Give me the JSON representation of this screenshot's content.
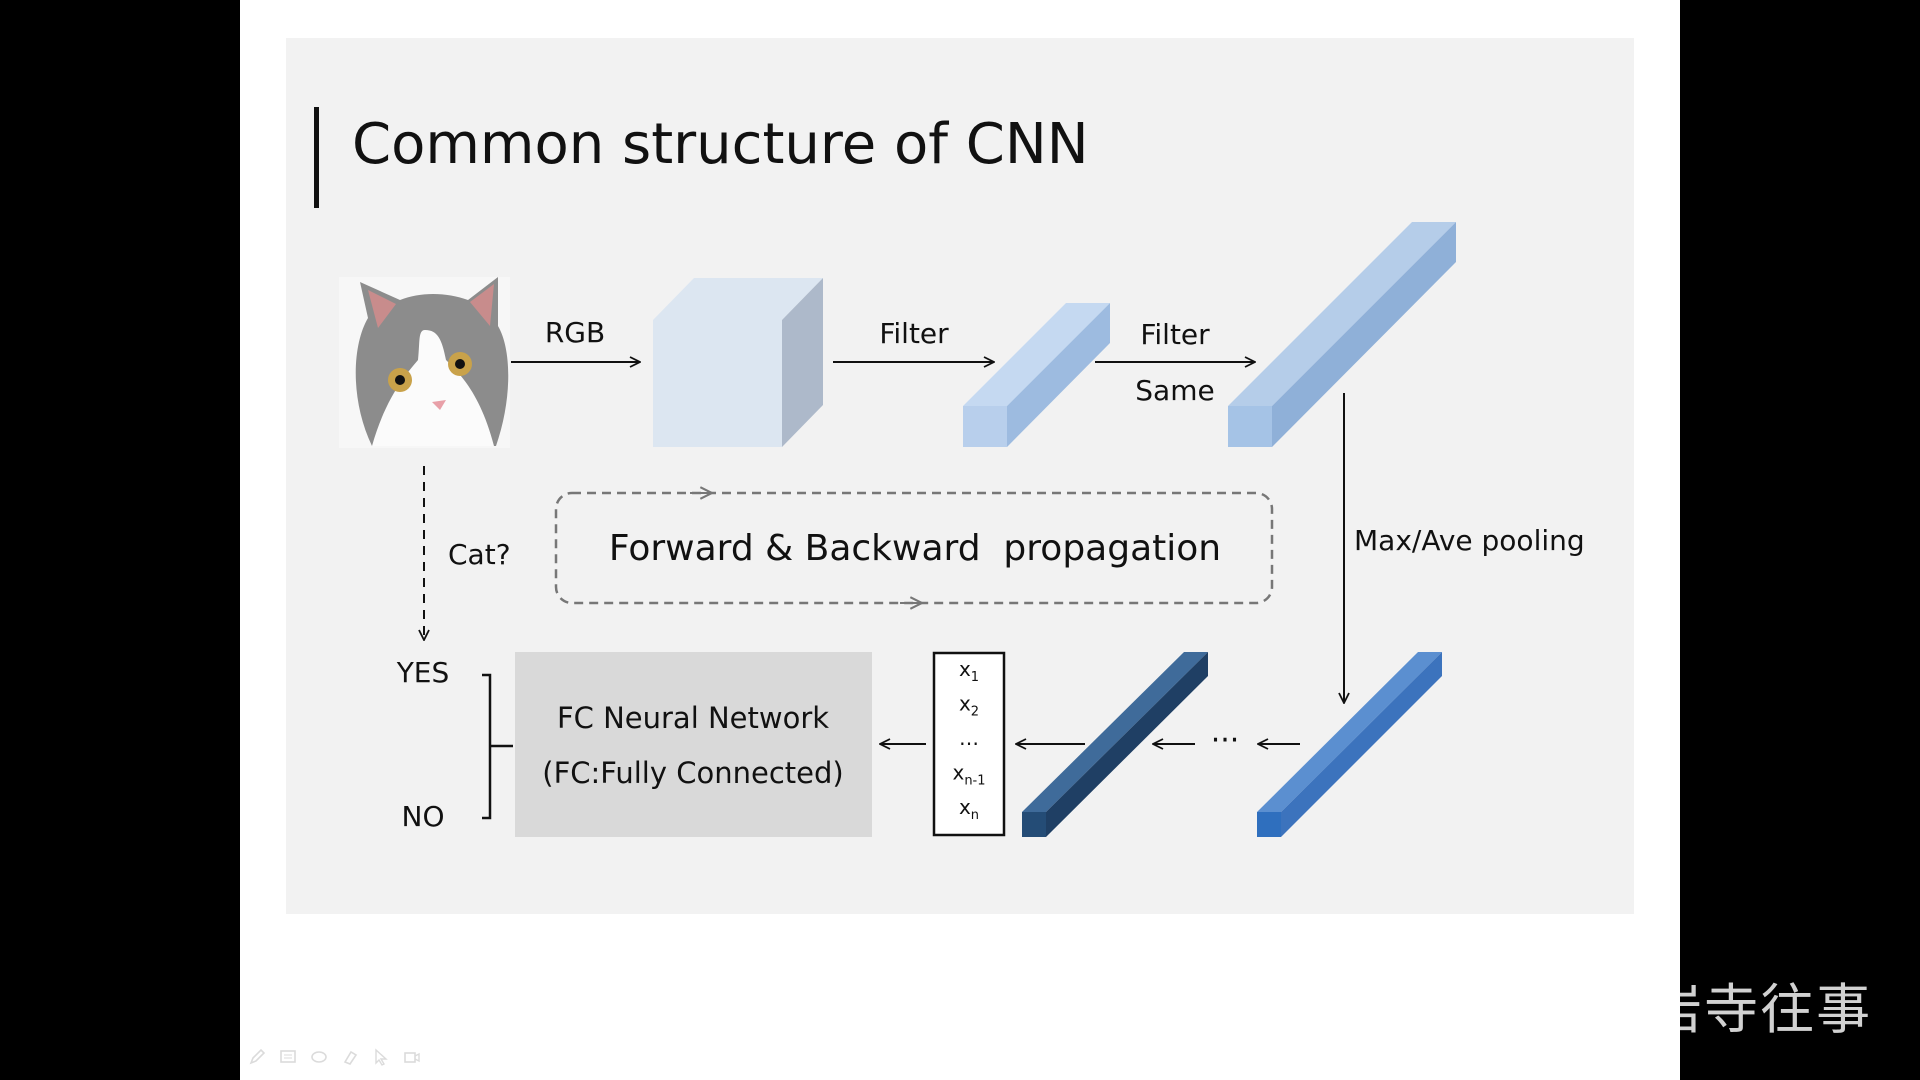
{
  "slide": {
    "title": "Common structure of CNN"
  },
  "diagram": {
    "input_image": "cat-photo",
    "labels": {
      "rgb": "RGB",
      "filter_1": "Filter",
      "filter_2": "Filter",
      "same": "Same",
      "pooling": "Max/Ave pooling",
      "cat_question": "Cat?",
      "propagation": "Forward & Backward  propagation",
      "fc_line1": "FC Neural Network",
      "fc_line2": "(FC:Fully Connected)",
      "ellipsis": "···",
      "yes": "YES",
      "no": "NO"
    },
    "vector": [
      {
        "base": "x",
        "sub": "1"
      },
      {
        "base": "x",
        "sub": "2"
      },
      {
        "base": "…",
        "sub": ""
      },
      {
        "base": "x",
        "sub": "n-1"
      },
      {
        "base": "x",
        "sub": "n"
      }
    ]
  },
  "watermark": "知乎 @西岩寺往事",
  "toolbar": {
    "tools": [
      "pen-icon",
      "slides-icon",
      "eraser-icon",
      "highlighter-icon",
      "pointer-icon",
      "camera-icon"
    ]
  }
}
